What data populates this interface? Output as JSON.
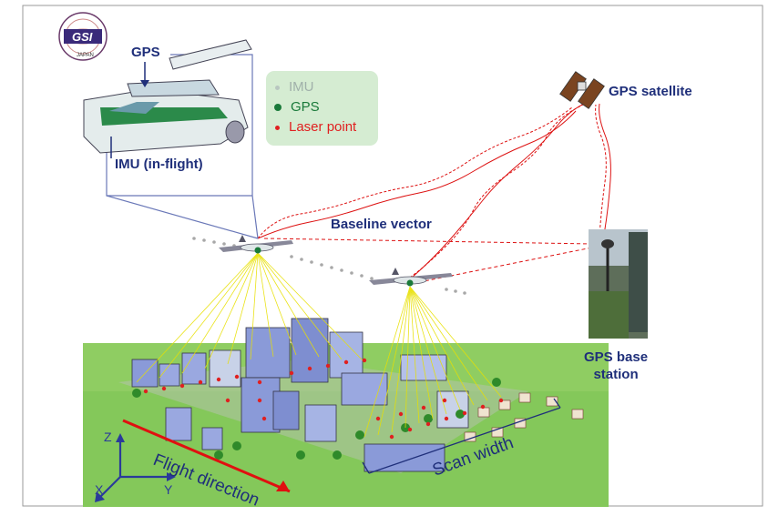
{
  "labels": {
    "gps_plane": "GPS",
    "imu_inflight": "IMU (in-flight)",
    "gps_satellite": "GPS satellite",
    "baseline_vector": "Baseline vector",
    "gps_base_station": "GPS base\nstation",
    "flight_direction": "Flight direction",
    "scan_width": "Scan width",
    "axis_x": "X",
    "axis_y": "Y",
    "axis_z": "Z"
  },
  "legend": [
    {
      "label": "IMU",
      "color": "#b8c6c0"
    },
    {
      "label": "GPS",
      "color": "#1a7a3a"
    },
    {
      "label": "Laser point",
      "color": "#e02020"
    }
  ],
  "logo": {
    "text": "GSI",
    "subtext": "JAPAN"
  },
  "colors": {
    "ground": "#84c85a",
    "beam": "#e8e000",
    "signal": "#dd1111",
    "label_navy": "#1f2f7a",
    "legend_bg": "#d5ecd2",
    "arrow_red": "#e01010"
  }
}
